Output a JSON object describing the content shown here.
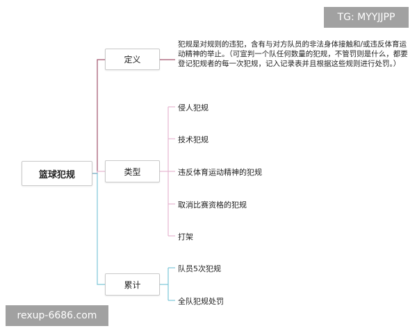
{
  "root": {
    "label": "篮球犯规"
  },
  "branches": {
    "definition": {
      "label": "定义",
      "color": "#a0506a",
      "text": "犯规是对规则的违犯，含有与对方队员的非法身体接触和/或违反体育运动精神的举止。（可宣判一个队任何数量的犯规，不管罚则是什么，都要登记犯规者的每一次犯规，记入记录表并且根据这些规则进行处罚。）"
    },
    "types": {
      "label": "类型",
      "color": "#e7b6d0",
      "items": [
        "侵人犯规",
        "技术犯规",
        "违反体育运动精神的犯规",
        "取消比赛资格的犯规",
        "打架"
      ]
    },
    "cumulative": {
      "label": "累计",
      "color": "#7cc6d8",
      "items": [
        "队员5次犯规",
        "全队犯规处罚"
      ]
    }
  },
  "watermarks": {
    "top_right": "TG: MYYJJPP",
    "bottom_left": "rexup-6686.com"
  }
}
